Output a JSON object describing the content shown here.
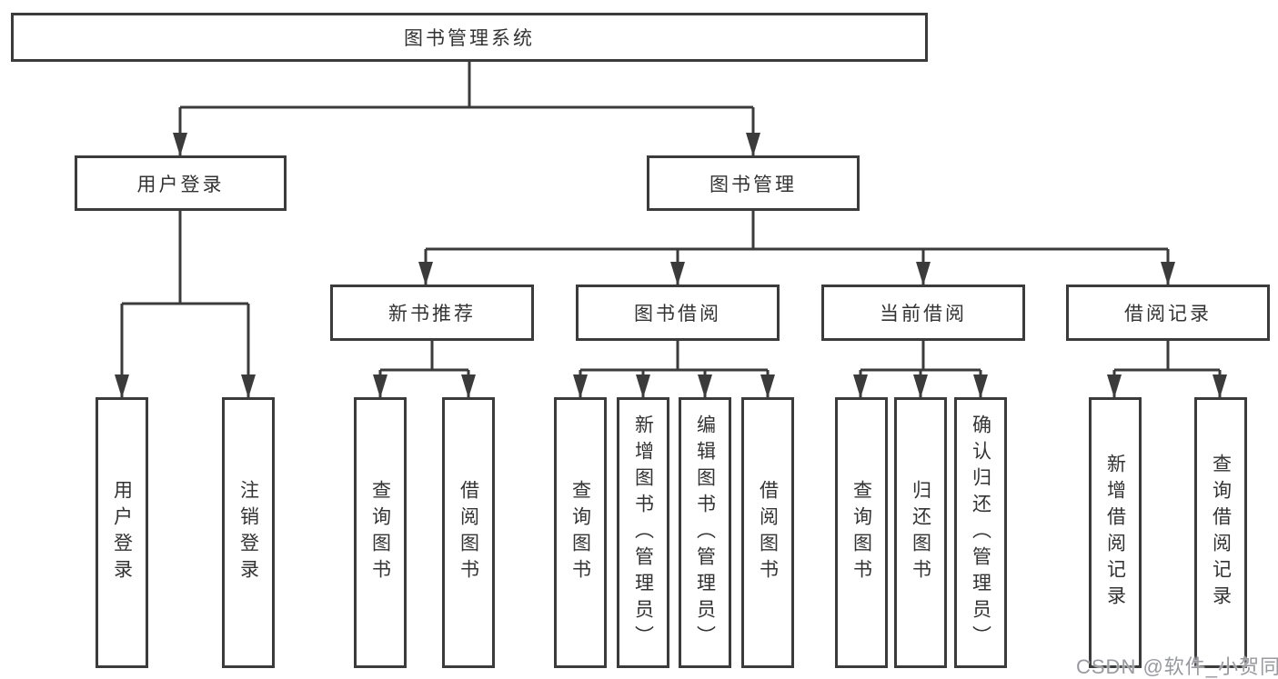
{
  "diagram": {
    "root": "图书管理系统",
    "level2": [
      {
        "label": "用户登录",
        "leaves": [
          "用户登录",
          "注销登录"
        ]
      },
      {
        "label": "图书管理",
        "level3": [
          {
            "label": "新书推荐",
            "leaves": [
              "查询图书",
              "借阅图书"
            ]
          },
          {
            "label": "图书借阅",
            "leaves": [
              "查询图书",
              "新增图书（管理员）",
              "编辑图书（管理员）",
              "借阅图书"
            ]
          },
          {
            "label": "当前借阅",
            "leaves": [
              "查询图书",
              "归还图书",
              "确认归还（管理员）"
            ]
          },
          {
            "label": "借阅记录",
            "leaves": [
              "新增借阅记录",
              "查询借阅记录"
            ]
          }
        ]
      }
    ]
  },
  "watermark": "CSDN @软件_小贺同学",
  "colors": {
    "line": "#3b3b3b",
    "text": "#333333",
    "watermark": "#999aa0",
    "background": "#ffffff"
  }
}
